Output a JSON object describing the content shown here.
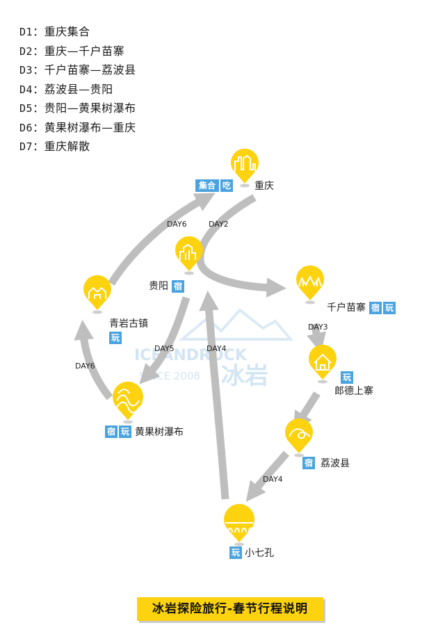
{
  "itinerary": [
    {
      "day": "D1",
      "sep": "：",
      "route": "重庆集合"
    },
    {
      "day": "D2",
      "sep": "：",
      "route": "重庆—千户苗寨"
    },
    {
      "day": "D3",
      "sep": "：",
      "route": "千户苗寨—荔波县"
    },
    {
      "day": "D4",
      "sep": "：",
      "route": "荔波县—贵阳"
    },
    {
      "day": "D5",
      "sep": "：",
      "route": "贵阳—黄果树瀑布"
    },
    {
      "day": "D6",
      "sep": "：",
      "route": "黄果树瀑布—重庆"
    },
    {
      "day": "D7",
      "sep": "：",
      "route": "重庆解散"
    }
  ],
  "stops": {
    "chongqing": {
      "name": "重庆",
      "tags": [
        "集合",
        "吃"
      ],
      "icon": "city-skyline-icon"
    },
    "guiyang": {
      "name": "贵阳",
      "tags": [
        "宿"
      ],
      "icon": "city-buildings-icon"
    },
    "qianhu": {
      "name": "千户苗寨",
      "tags": [
        "宿",
        "玩"
      ],
      "icon": "village-roofs-icon"
    },
    "qingyan": {
      "name": "青岩古镇",
      "tags": [
        "玩"
      ],
      "icon": "ancient-town-icon"
    },
    "langde": {
      "name": "郎德上寨",
      "tags": [
        "玩"
      ],
      "icon": "house-icon"
    },
    "huangguoshu": {
      "name": "黄果树瀑布",
      "tags": [
        "宿",
        "玩"
      ],
      "icon": "waterfall-icon"
    },
    "libo": {
      "name": "荔波县",
      "tags": [
        "宿"
      ],
      "icon": "landscape-icon"
    },
    "xiaoqikong": {
      "name": "小七孔",
      "tags": [
        "玩"
      ],
      "icon": "arch-bridge-icon"
    }
  },
  "day_labels": {
    "day6_top": "DAY6",
    "day2": "DAY2",
    "day3": "DAY3",
    "day5": "DAY5",
    "day4_center": "DAY4",
    "day6_left": "DAY6",
    "day4_bottom": "DAY4"
  },
  "watermark": {
    "brand": "ICEANDROCK",
    "since": "SINCE 2008",
    "cn": "冰岩"
  },
  "footer": {
    "title": "冰岩探险旅行-春节行程说明"
  },
  "colors": {
    "pin": "#fdd20f",
    "arrow": "#bebebe",
    "tag": "#4aa3df",
    "watermark": "#cfe3f2"
  }
}
